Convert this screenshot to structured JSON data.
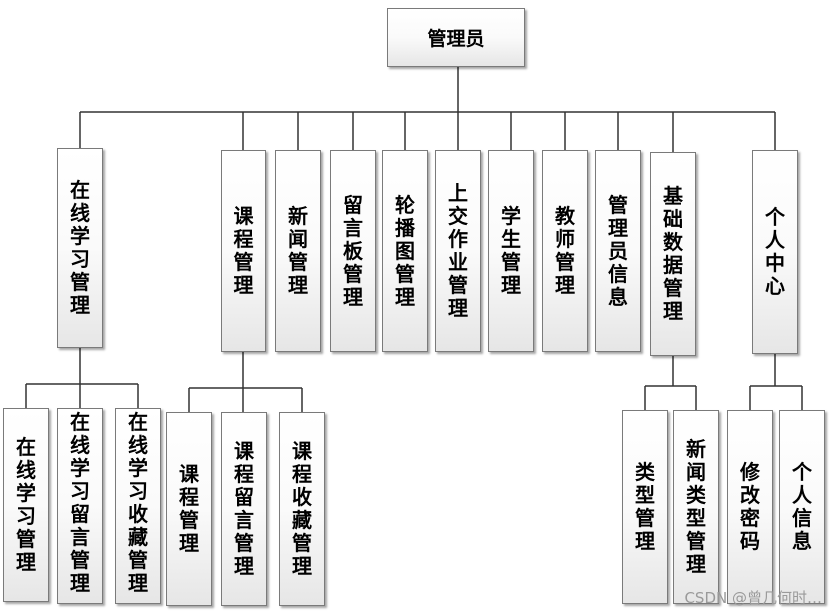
{
  "root": {
    "label": "管理员"
  },
  "modules": {
    "online_study": {
      "label": "在线学习管理"
    },
    "course": {
      "label": "课程管理"
    },
    "news": {
      "label": "新闻管理"
    },
    "message_board": {
      "label": "留言板管理"
    },
    "carousel": {
      "label": "轮播图管理"
    },
    "homework": {
      "label": "上交作业管理"
    },
    "student": {
      "label": "学生管理"
    },
    "teacher": {
      "label": "教师管理"
    },
    "admin_info": {
      "label": "管理员信息"
    },
    "base_data": {
      "label": "基础数据管理"
    },
    "personal_center": {
      "label": "个人中心"
    }
  },
  "submodules": {
    "online_study_mgmt": {
      "label": "在线学习管理"
    },
    "online_study_msg": {
      "label": "在线学习留言管理"
    },
    "online_study_fav": {
      "label": "在线学习收藏管理"
    },
    "course_mgmt": {
      "label": "课程管理"
    },
    "course_msg": {
      "label": "课程留言管理"
    },
    "course_fav": {
      "label": "课程收藏管理"
    },
    "type_mgmt": {
      "label": "类型管理"
    },
    "news_type_mgmt": {
      "label": "新闻类型管理"
    },
    "change_password": {
      "label": "修改密码"
    },
    "personal_info": {
      "label": "个人信息"
    }
  },
  "watermark": "CSDN @曾几何时…"
}
